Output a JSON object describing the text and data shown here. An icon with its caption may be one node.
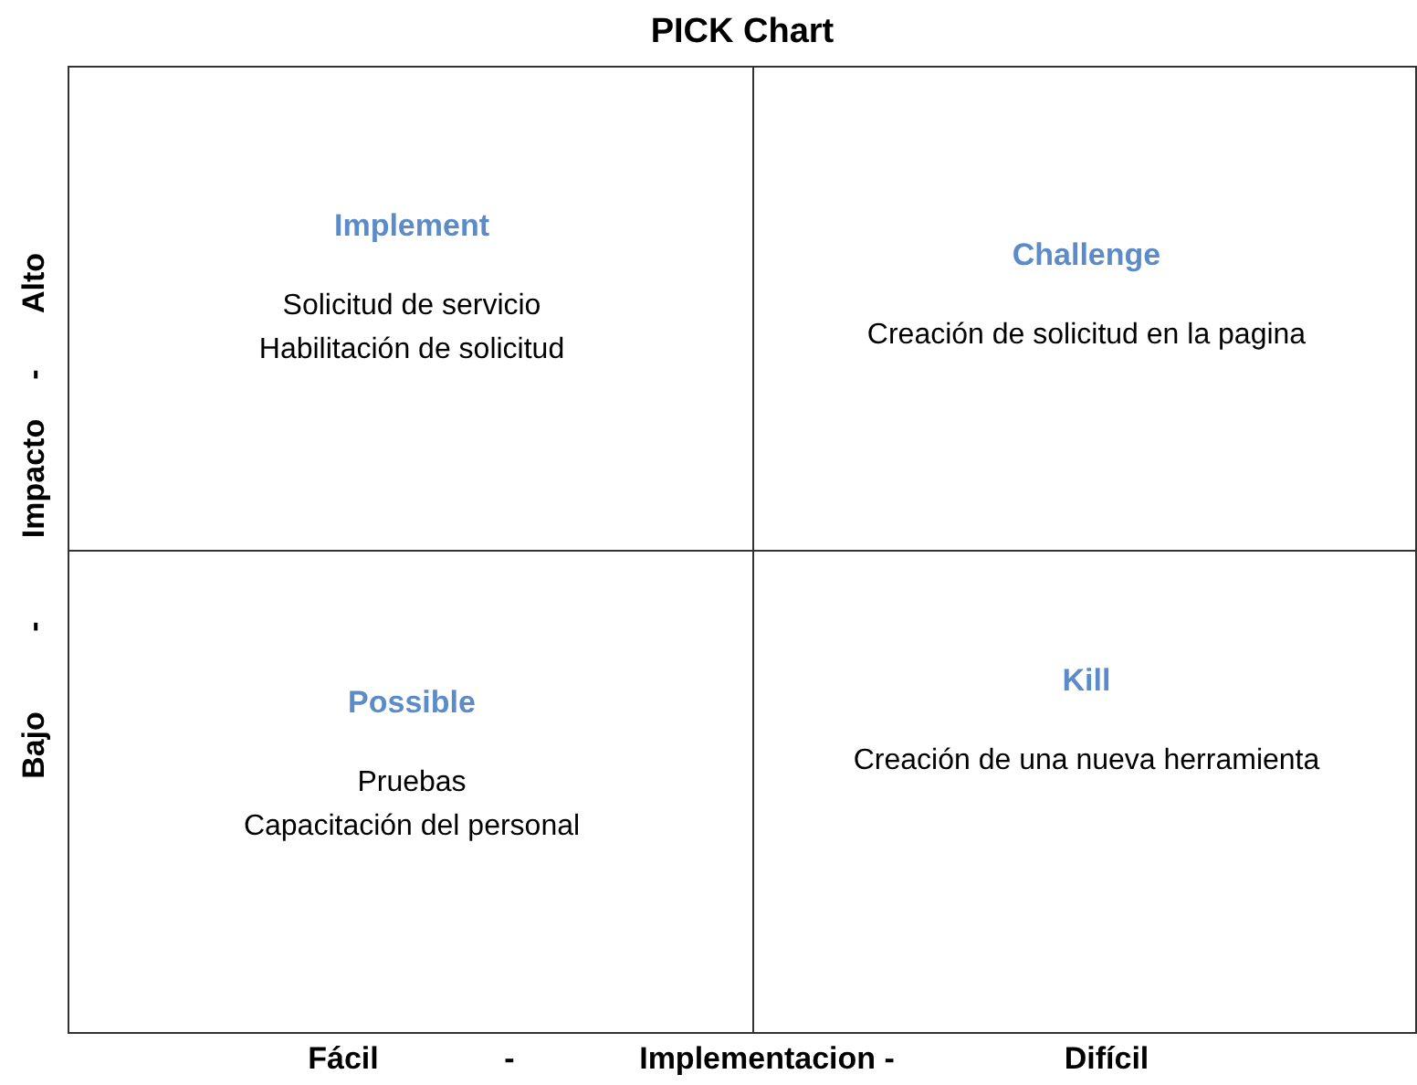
{
  "diagram": {
    "title": "PICK Chart",
    "nodes": [
      {
        "text": [
          "Implement",
          "Solicitud de servicio",
          "Habilitación de solicitud"
        ]
      },
      {
        "text": [
          "Challenge",
          "Creación de solicitud en la pagina"
        ]
      },
      {
        "text": [
          "Possible",
          "Pruebas",
          "Capacitación del personal"
        ]
      },
      {
        "text": [
          "Kill",
          "Creación de una nueva herramienta"
        ]
      }
    ],
    "labels": [
      "Alto",
      "-",
      "Impacto",
      "-",
      "Bajo",
      "Fácil",
      "-",
      "Implementacion -",
      "Difícil"
    ]
  }
}
